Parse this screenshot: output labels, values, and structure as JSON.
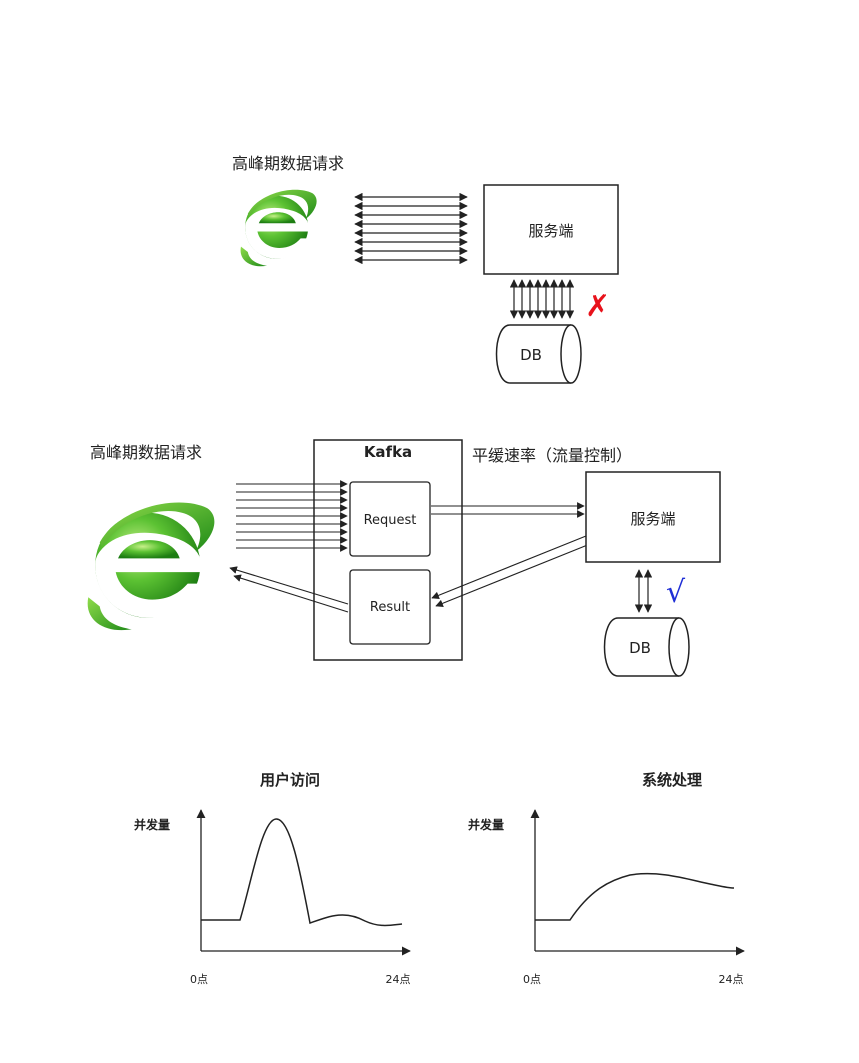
{
  "diagram1": {
    "title": "高峰期数据请求",
    "server_label": "服务端",
    "db_label": "DB",
    "status_mark": "✗",
    "status_color": "#e8121b"
  },
  "diagram2": {
    "title": "高峰期数据请求",
    "queue_label": "Kafka",
    "request_label": "Request",
    "result_label": "Result",
    "rate_label": "平缓速率（流量控制）",
    "server_label": "服务端",
    "db_label": "DB",
    "status_mark": "√",
    "status_color": "#1f2fd6"
  },
  "icons": {
    "browser": "ie-browser-icon",
    "brand_color": "#3aa52a"
  },
  "charts": [
    {
      "title": "用户访问",
      "ylabel": "并发量",
      "x_start": "0点",
      "x_end": "24点",
      "curve": "spike"
    },
    {
      "title": "系统处理",
      "ylabel": "并发量",
      "x_start": "0点",
      "x_end": "24点",
      "curve": "smooth"
    }
  ]
}
